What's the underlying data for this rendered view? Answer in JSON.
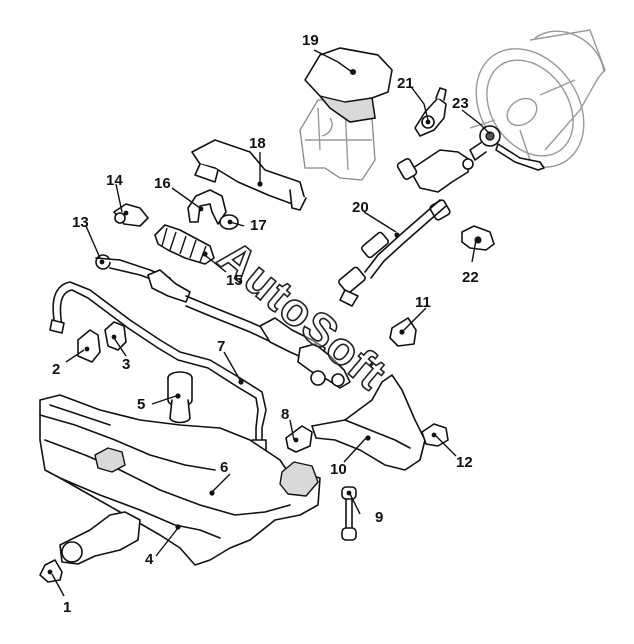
{
  "labels": {
    "n1": "1",
    "n2": "2",
    "n3": "3",
    "n4": "4",
    "n5": "5",
    "n6": "6",
    "n7": "7",
    "n8": "8",
    "n9": "9",
    "n10": "10",
    "n11": "11",
    "n12": "12",
    "n13": "13",
    "n14": "14",
    "n15": "15",
    "n16": "16",
    "n17": "17",
    "n18": "18",
    "n19": "19",
    "n20": "20",
    "n21": "21",
    "n22": "22",
    "n23": "23"
  },
  "watermark": "AutoSoft"
}
